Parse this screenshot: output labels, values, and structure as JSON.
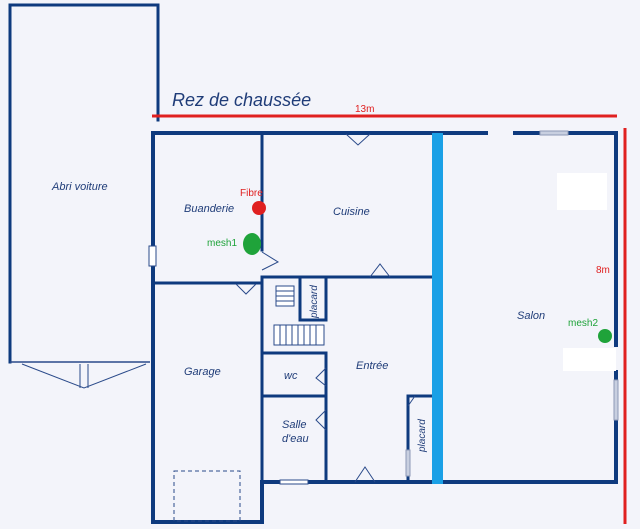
{
  "title": "Rez de chaussée",
  "dimensions": {
    "width": "13m",
    "height": "8m"
  },
  "rooms": {
    "abri": "Abri voiture",
    "buanderie": "Buanderie",
    "cuisine": "Cuisine",
    "garage": "Garage",
    "wc": "wc",
    "entree": "Entrée",
    "salle_line1": "Salle",
    "salle_line2": "d'eau",
    "placard1": "placard",
    "placard2": "placard",
    "salon": "Salon"
  },
  "markers": {
    "fibre": {
      "label": "Fibre",
      "color": "#e02020"
    },
    "mesh1": {
      "label": "mesh1",
      "color": "#1fa33a"
    },
    "mesh2": {
      "label": "mesh2",
      "color": "#1fa33a"
    }
  },
  "colors": {
    "wall": "#0e3a7e",
    "dimension": "#e02020",
    "cable": "#1aa0e6"
  }
}
